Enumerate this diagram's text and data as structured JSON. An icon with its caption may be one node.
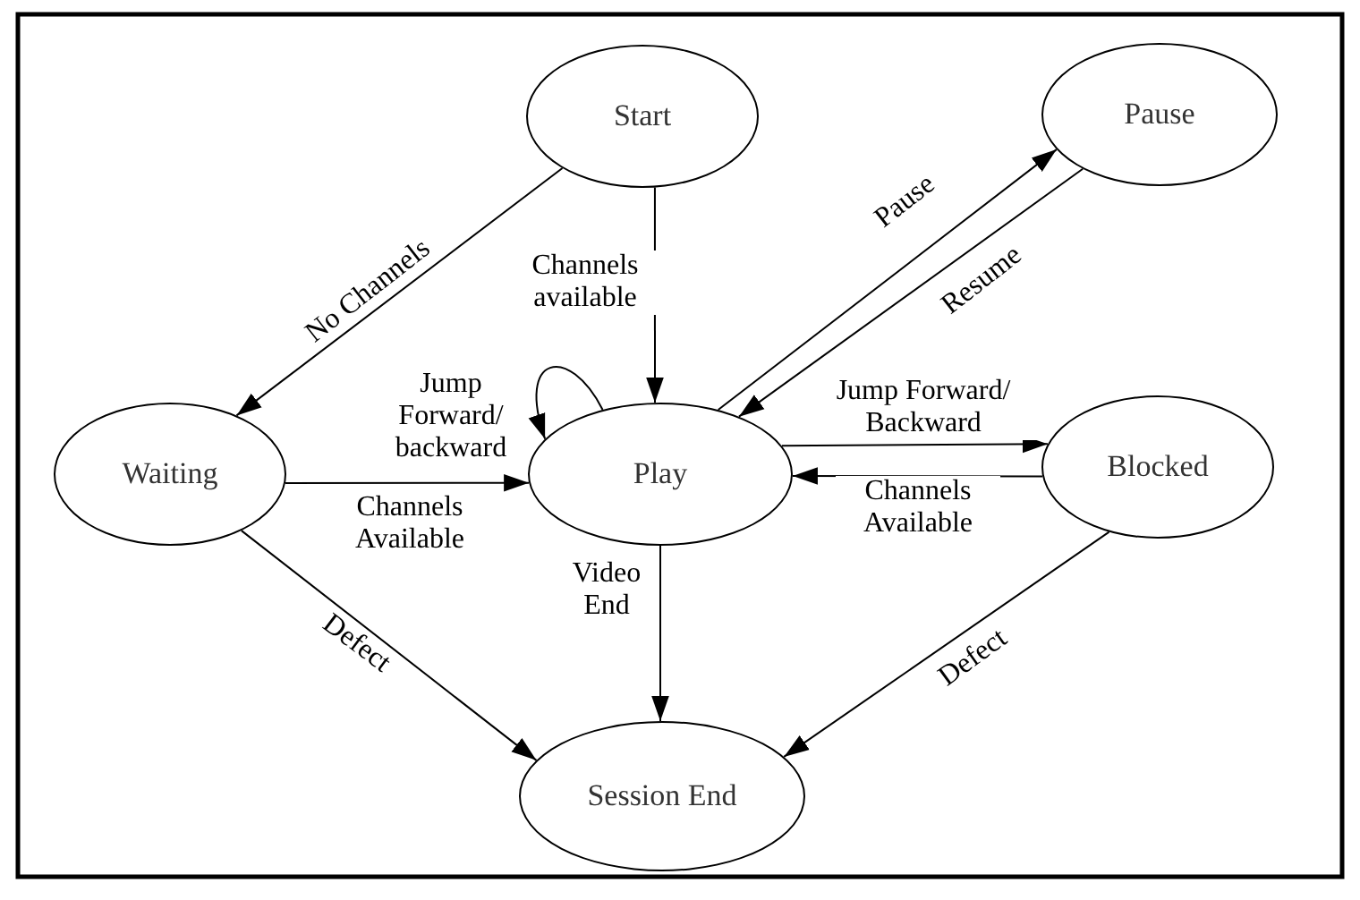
{
  "diagram": {
    "nodes": [
      {
        "text": [
          "Start"
        ]
      },
      {
        "text": [
          "Pause"
        ]
      },
      {
        "text": [
          "Waiting"
        ]
      },
      {
        "text": [
          "Play"
        ]
      },
      {
        "text": [
          "Blocked"
        ]
      },
      {
        "text": [
          "Session End"
        ]
      }
    ],
    "edges": [
      {
        "from": 0,
        "to": 2,
        "arrow": "to",
        "label": "No Channels"
      },
      {
        "from": 0,
        "to": 3,
        "arrow": "to",
        "label": "Channels available"
      },
      {
        "from": 3,
        "to": 3,
        "arrow": "to",
        "label": "Jump Forward/ backward"
      },
      {
        "from": 3,
        "to": 1,
        "arrow": "to",
        "label": "Pause"
      },
      {
        "from": 1,
        "to": 3,
        "arrow": "to",
        "label": "Resume"
      },
      {
        "from": 2,
        "to": 3,
        "arrow": "to",
        "label": "Channels Available"
      },
      {
        "from": 3,
        "to": 4,
        "arrow": "to",
        "label": "Jump Forward/ Backward"
      },
      {
        "from": 4,
        "to": 3,
        "arrow": "to",
        "label": "Channels Available"
      },
      {
        "from": 3,
        "to": 5,
        "arrow": "to",
        "label": "Video End"
      },
      {
        "from": 2,
        "to": 5,
        "arrow": "to",
        "label": "Defect"
      },
      {
        "from": 4,
        "to": 5,
        "arrow": "to",
        "label": "Defect"
      }
    ]
  }
}
